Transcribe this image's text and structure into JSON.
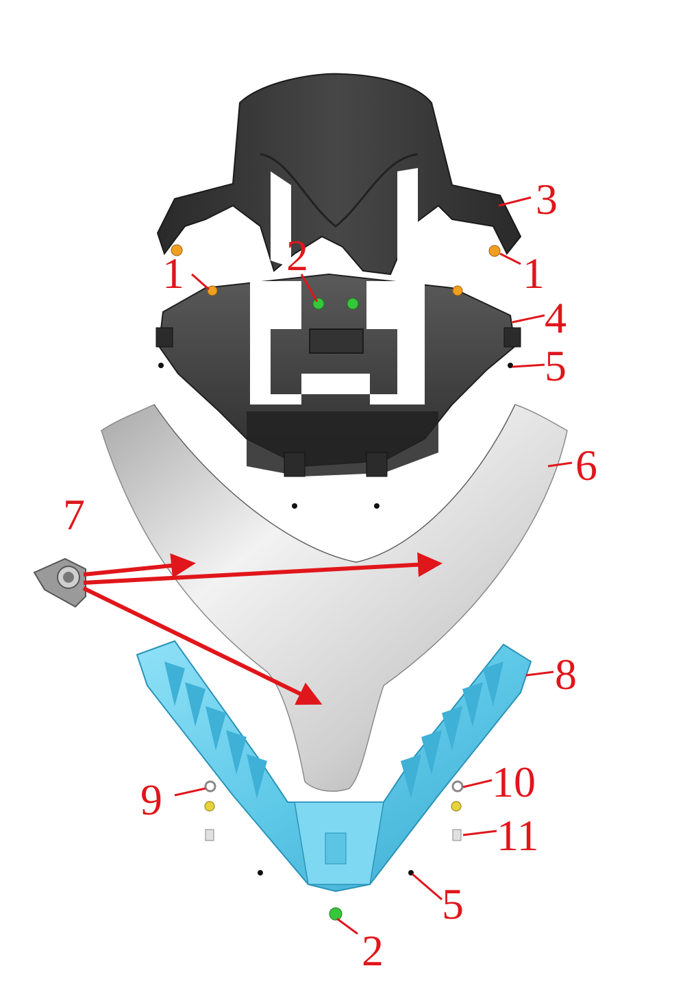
{
  "diagram": {
    "colors": {
      "callout": "#e0161b",
      "dark_part": "#3d3d3d",
      "dark_part_edge": "#1f1f1f",
      "silver_part": "#d6d6d6",
      "blue_part": "#68d0ee",
      "green_screw": "#35c83a",
      "orange_clip": "#f0a020"
    },
    "parts": [
      {
        "key": "p3",
        "label": "3",
        "kind": "upper dark cover"
      },
      {
        "key": "p4",
        "label": "4",
        "kind": "inner dark panel"
      },
      {
        "key": "p6",
        "label": "6",
        "kind": "silver V trim"
      },
      {
        "key": "p7",
        "label": "7",
        "kind": "clip nut"
      },
      {
        "key": "p8",
        "label": "8",
        "kind": "blue lower bracket"
      }
    ],
    "callouts": [
      {
        "label": "3"
      },
      {
        "label": "1"
      },
      {
        "label": "2"
      },
      {
        "label": "1"
      },
      {
        "label": "4"
      },
      {
        "label": "5"
      },
      {
        "label": "6"
      },
      {
        "label": "7"
      },
      {
        "label": "8"
      },
      {
        "label": "9"
      },
      {
        "label": "10"
      },
      {
        "label": "11"
      },
      {
        "label": "5"
      },
      {
        "label": "2"
      }
    ]
  }
}
